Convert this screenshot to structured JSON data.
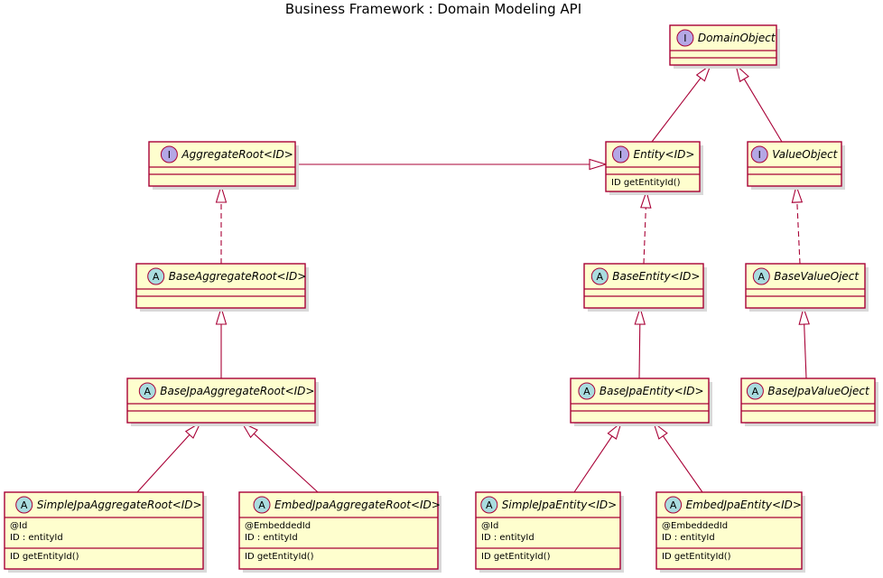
{
  "title": "Business Framework : Domain Modeling API",
  "colors": {
    "box_fill": "#FEFECE",
    "border": "#A80036",
    "interface_badge": "#B4A7E5",
    "abstract_badge": "#A9DCDF"
  },
  "classes": [
    {
      "id": "domain_object",
      "kind": "interface",
      "badge": "I",
      "name": "DomainObject",
      "fields": [],
      "methods": []
    },
    {
      "id": "aggregate_root",
      "kind": "interface",
      "badge": "I",
      "name": "AggregateRoot<ID>",
      "fields": [],
      "methods": []
    },
    {
      "id": "entity",
      "kind": "interface",
      "badge": "I",
      "name": "Entity<ID>",
      "fields": [],
      "methods": [
        "ID getEntityId()"
      ]
    },
    {
      "id": "value_object",
      "kind": "interface",
      "badge": "I",
      "name": "ValueObject",
      "fields": [],
      "methods": []
    },
    {
      "id": "base_aggregate_root",
      "kind": "abstract",
      "badge": "A",
      "name": "BaseAggregateRoot<ID>",
      "fields": [],
      "methods": []
    },
    {
      "id": "base_entity",
      "kind": "abstract",
      "badge": "A",
      "name": "BaseEntity<ID>",
      "fields": [],
      "methods": []
    },
    {
      "id": "base_value_oject",
      "kind": "abstract",
      "badge": "A",
      "name": "BaseValueOject",
      "fields": [],
      "methods": []
    },
    {
      "id": "base_jpa_aggregate_root",
      "kind": "abstract",
      "badge": "A",
      "name": "BaseJpaAggregateRoot<ID>",
      "fields": [],
      "methods": []
    },
    {
      "id": "base_jpa_entity",
      "kind": "abstract",
      "badge": "A",
      "name": "BaseJpaEntity<ID>",
      "fields": [],
      "methods": []
    },
    {
      "id": "base_jpa_value_oject",
      "kind": "abstract",
      "badge": "A",
      "name": "BaseJpaValueOject",
      "fields": [],
      "methods": []
    },
    {
      "id": "simple_jpa_aggregate_root",
      "kind": "abstract",
      "badge": "A",
      "name": "SimpleJpaAggregateRoot<ID>",
      "fields": [
        "@Id",
        "ID : entityId"
      ],
      "methods": [
        "ID getEntityId()"
      ]
    },
    {
      "id": "embed_jpa_aggregate_root",
      "kind": "abstract",
      "badge": "A",
      "name": "EmbedJpaAggregateRoot<ID>",
      "fields": [
        "@EmbeddedId",
        "ID : entityId"
      ],
      "methods": [
        "ID getEntityId()"
      ]
    },
    {
      "id": "simple_jpa_entity",
      "kind": "abstract",
      "badge": "A",
      "name": "SimpleJpaEntity<ID>",
      "fields": [
        "@Id",
        "ID : entityId"
      ],
      "methods": [
        "ID getEntityId()"
      ]
    },
    {
      "id": "embed_jpa_entity",
      "kind": "abstract",
      "badge": "A",
      "name": "EmbedJpaEntity<ID>",
      "fields": [
        "@EmbeddedId",
        "ID : entityId"
      ],
      "methods": [
        "ID getEntityId()"
      ]
    }
  ],
  "relations": [
    {
      "from": "entity",
      "to": "domain_object",
      "type": "extends"
    },
    {
      "from": "value_object",
      "to": "domain_object",
      "type": "extends"
    },
    {
      "from": "aggregate_root",
      "to": "entity",
      "type": "extends"
    },
    {
      "from": "base_aggregate_root",
      "to": "aggregate_root",
      "type": "implements"
    },
    {
      "from": "base_entity",
      "to": "entity",
      "type": "implements"
    },
    {
      "from": "base_value_oject",
      "to": "value_object",
      "type": "implements"
    },
    {
      "from": "base_jpa_aggregate_root",
      "to": "base_aggregate_root",
      "type": "extends"
    },
    {
      "from": "base_jpa_entity",
      "to": "base_entity",
      "type": "extends"
    },
    {
      "from": "base_jpa_value_oject",
      "to": "base_value_oject",
      "type": "extends"
    },
    {
      "from": "simple_jpa_aggregate_root",
      "to": "base_jpa_aggregate_root",
      "type": "extends"
    },
    {
      "from": "embed_jpa_aggregate_root",
      "to": "base_jpa_aggregate_root",
      "type": "extends"
    },
    {
      "from": "simple_jpa_entity",
      "to": "base_jpa_entity",
      "type": "extends"
    },
    {
      "from": "embed_jpa_entity",
      "to": "base_jpa_entity",
      "type": "extends"
    }
  ]
}
